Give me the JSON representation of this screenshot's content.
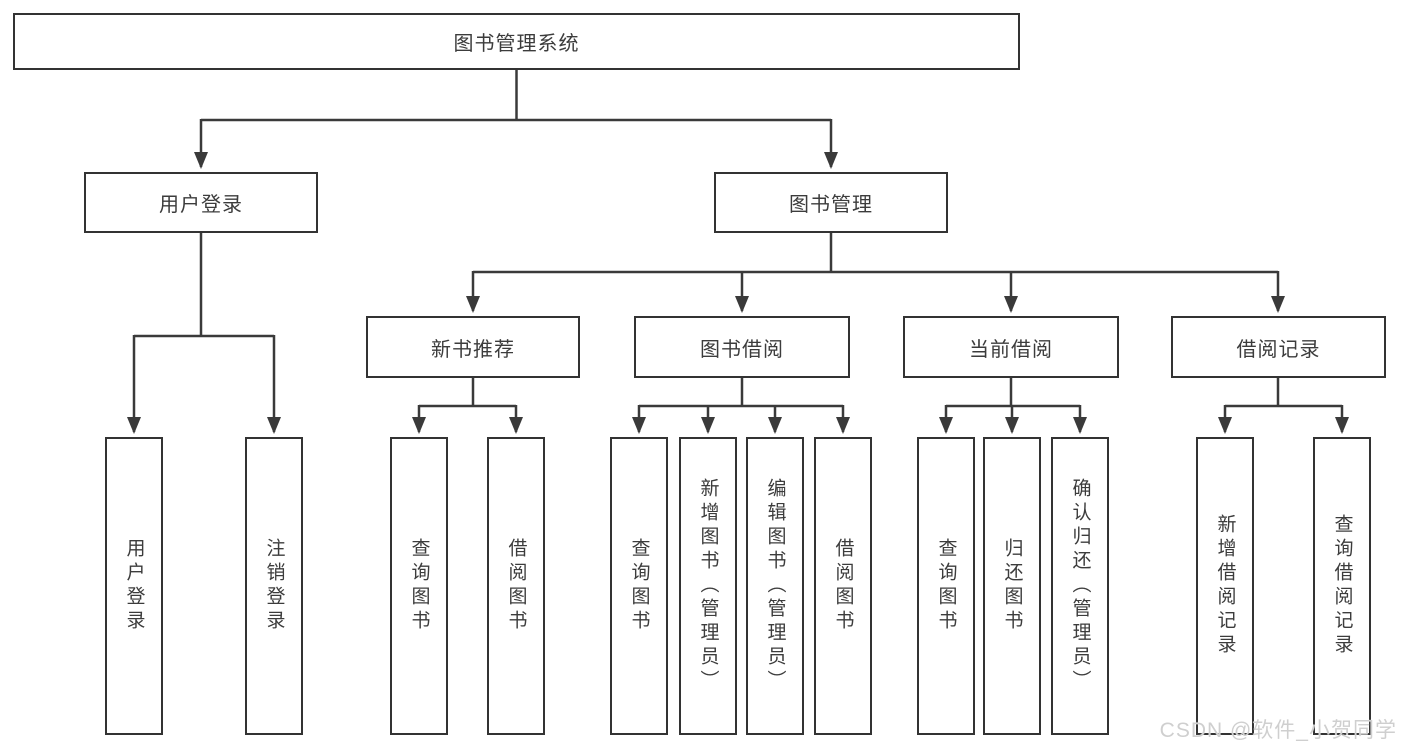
{
  "colors": {
    "background": "#ffffff",
    "line": "#3a3a3a",
    "box_border": "#333333",
    "text": "#3c3c3c",
    "watermark": "#cfcfcf"
  },
  "diagram": {
    "root": {
      "label": "图书管理系统"
    },
    "level2": [
      {
        "label": "用户登录"
      },
      {
        "label": "图书管理"
      }
    ],
    "level3": [
      {
        "label": "新书推荐"
      },
      {
        "label": "图书借阅"
      },
      {
        "label": "当前借阅"
      },
      {
        "label": "借阅记录"
      }
    ],
    "leaves": {
      "user_login": [
        "用户登录",
        "注销登录"
      ],
      "new_book_recommend": [
        "查询图书",
        "借阅图书"
      ],
      "book_borrowing": [
        "查询图书",
        "新增图书（管理员）",
        "编辑图书（管理员）",
        "借阅图书"
      ],
      "current_borrowing": [
        "查询图书",
        "归还图书",
        "确认归还（管理员）"
      ],
      "borrowing_records": [
        "新增借阅记录",
        "查询借阅记录"
      ]
    }
  },
  "watermark": {
    "text": "CSDN @软件_小贺同学"
  }
}
